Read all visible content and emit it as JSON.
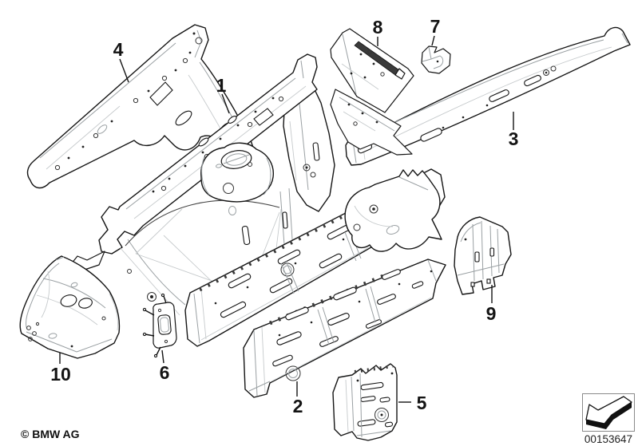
{
  "diagram": {
    "parts": [
      {
        "label": "1"
      },
      {
        "label": "2"
      },
      {
        "label": "3"
      },
      {
        "label": "4"
      },
      {
        "label": "5"
      },
      {
        "label": "6"
      },
      {
        "label": "7"
      },
      {
        "label": "8"
      },
      {
        "label": "9"
      },
      {
        "label": "10"
      }
    ],
    "footer": {
      "copyright": "© BMW AG",
      "image_number": "00153647"
    },
    "icons": {
      "direction_arrow": "3d-arrow-down-left"
    },
    "colors": {
      "line": "#141414",
      "detail": "#9aa0a3",
      "background": "#ffffff"
    }
  }
}
